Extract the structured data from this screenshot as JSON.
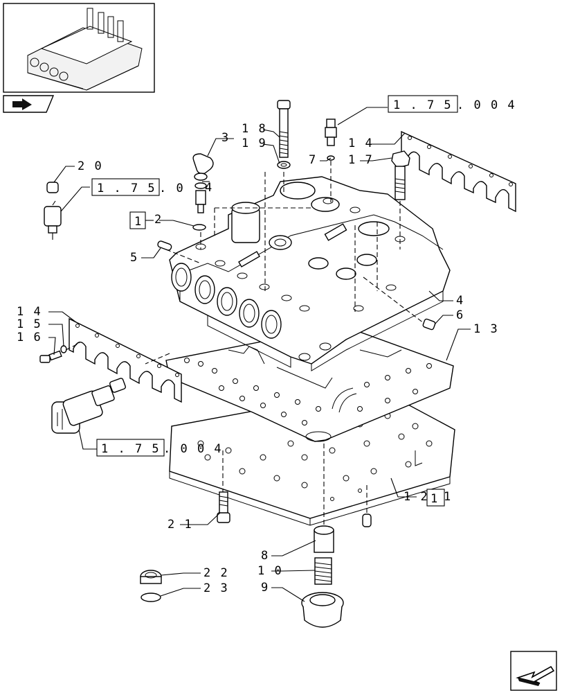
{
  "callouts": {
    "c1": "1 8",
    "c2": "3",
    "c3": "1 9",
    "c4": "1 4",
    "c5": "7",
    "c6": "1 7",
    "c7": "2 0",
    "c8": "2",
    "c9": "1",
    "c10": "5",
    "c11": "4",
    "c12": "6",
    "c13": "1 3",
    "c14": "1 4",
    "c15": "1 5",
    "c16": "1 6",
    "c17": "1 2",
    "c18": "1",
    "c19": "2 1",
    "c20": "8",
    "c21": "1 0",
    "c22": "9",
    "c23": "2 2",
    "c24": "2 3",
    "c25": "4"
  },
  "refs": {
    "r1_box": "1 . 7 5",
    "r1_tail": ". 0   0 4",
    "r2_box": "1 . 7 5",
    "r2_tail": ". 0",
    "r3_box": "1 . 7 5",
    "r3_tail": ". 0   0 4"
  },
  "icons": {
    "thumbnail": "assembly-thumbnail",
    "nav_back": "previous-page-icon",
    "nav_next": "next-page-icon"
  }
}
